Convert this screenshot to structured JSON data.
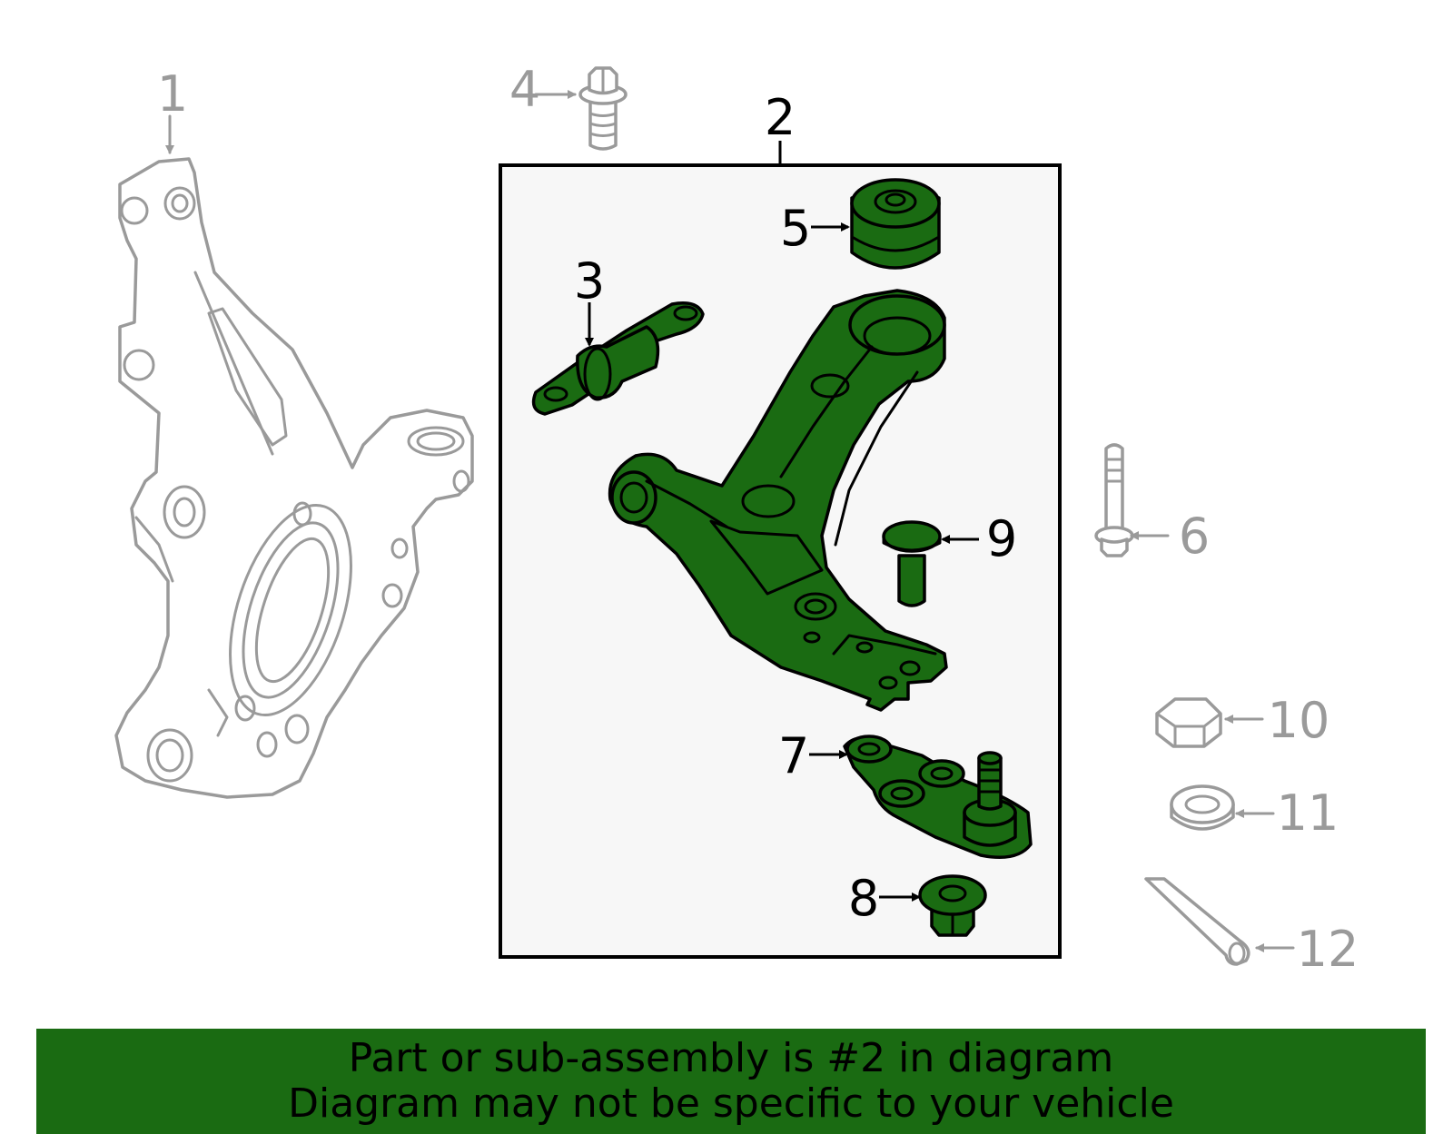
{
  "callouts": {
    "c1": "1",
    "c2": "2",
    "c3": "3",
    "c4": "4",
    "c5": "5",
    "c6": "6",
    "c7": "7",
    "c8": "8",
    "c9": "9",
    "c10": "10",
    "c11": "11",
    "c12": "12"
  },
  "banner": {
    "line1": "Part or sub-assembly is #2 in diagram",
    "line2": "Diagram may not be specific to your vehicle"
  },
  "colors": {
    "highlight": "#1a6b12",
    "muted_part": "#9a9a9a",
    "box_fill": "#f7f7f7"
  }
}
